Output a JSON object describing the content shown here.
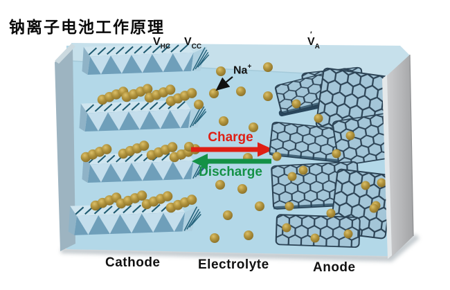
{
  "title": "钠离子电池工作原理",
  "labels": {
    "v_hc": {
      "symbol": "V",
      "sub": "HC"
    },
    "v_cc": {
      "symbol": "V",
      "sub": "CC"
    },
    "v_a": {
      "symbol": "V",
      "sub": "A",
      "prime": "′"
    },
    "ion": {
      "element": "Na",
      "charge": "+"
    },
    "charge": "Charge",
    "discharge": "Discharge",
    "cathode": "Cathode",
    "electrolyte": "Electrolyte",
    "anode": "Anode"
  },
  "colors": {
    "charge_arrow": "#df1f14",
    "discharge_arrow": "#149146",
    "electrolyte_fill": "#b3d8e8",
    "box_top": "#c6e0eb",
    "left_wall": "#9db4c1",
    "right_wall": "#b0b1b3",
    "sodium_ion_gold": "#ab8d3c",
    "cathode_crystal": "#c4deec",
    "cathode_stripe": "#1e5a70",
    "anode_sheet": "#a4c6d8",
    "anode_outline": "#2b4254",
    "text": "#111111"
  }
}
